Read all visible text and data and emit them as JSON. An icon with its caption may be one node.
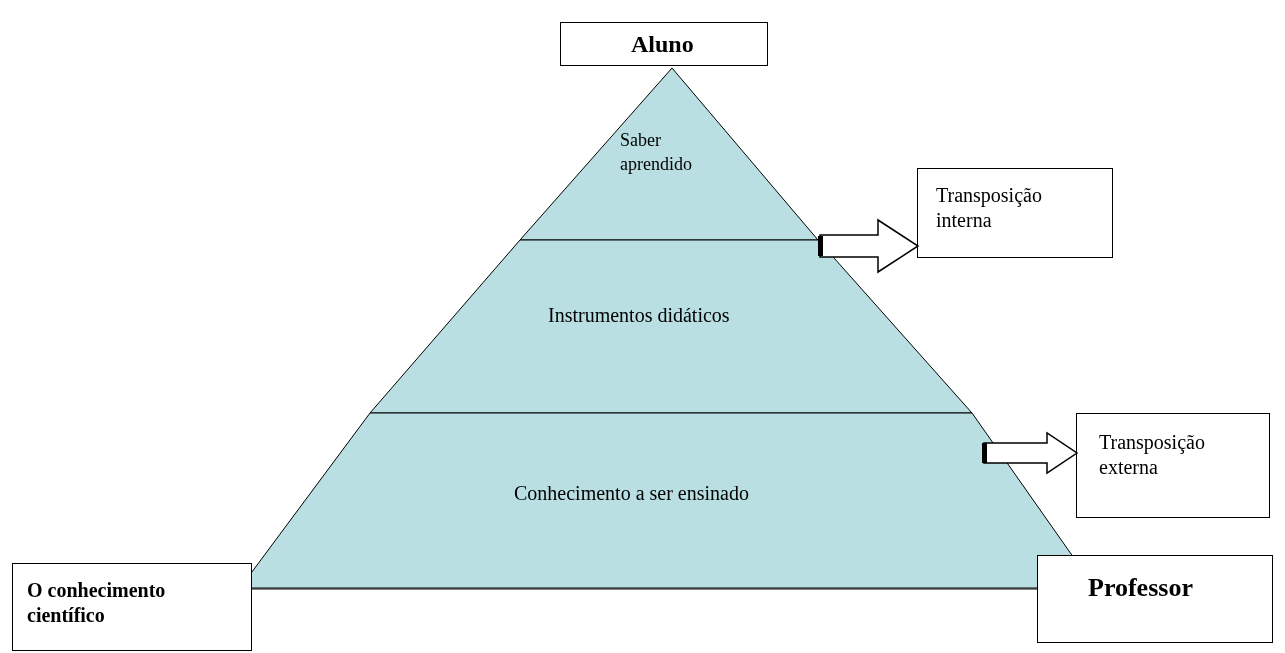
{
  "diagram": {
    "nodes": [
      {
        "text": [
          "Aluno"
        ]
      },
      {
        "text": [
          "Saber aprendido"
        ]
      },
      {
        "text": [
          "Instrumentos didáticos"
        ]
      },
      {
        "text": [
          "Conhecimento a ser ensinado"
        ]
      },
      {
        "text": [
          "Transposição interna"
        ]
      },
      {
        "text": [
          "Transposição externa"
        ]
      },
      {
        "text": [
          "O conhecimento científico"
        ]
      },
      {
        "text": [
          "Professor"
        ]
      }
    ],
    "edges": [
      {
        "from": 2,
        "to": 4,
        "arrow": "to"
      },
      {
        "from": 3,
        "to": 5,
        "arrow": "to"
      }
    ]
  }
}
